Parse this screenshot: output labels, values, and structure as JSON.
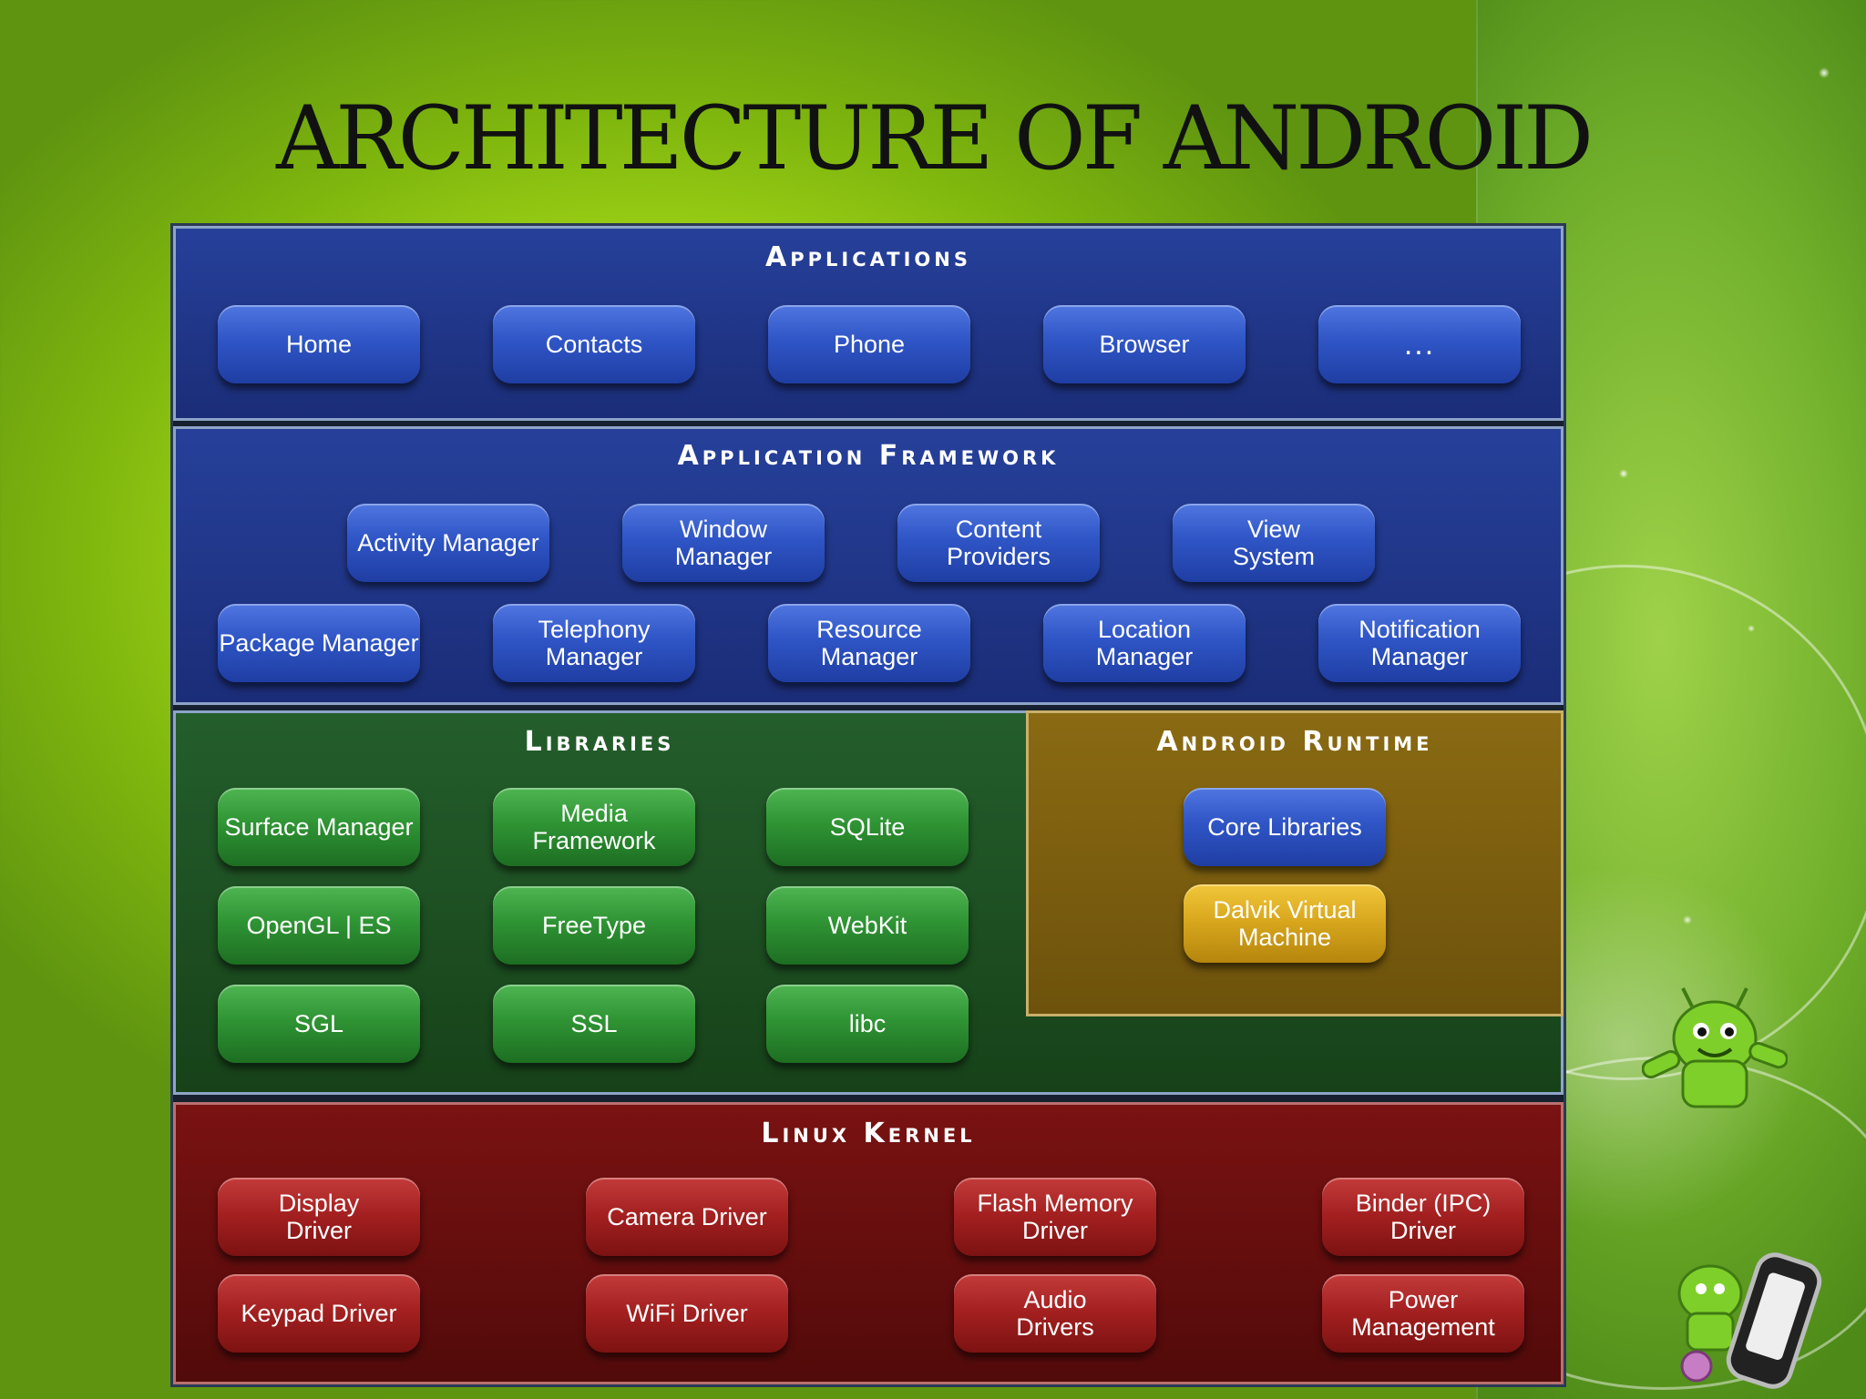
{
  "title": "ARCHITECTURE OF ANDROID",
  "colors": {
    "applications": "#1f3ea3",
    "framework": "#1f3ea3",
    "libraries": "#2f9434",
    "runtime": "#d6a51c",
    "kernel": "#a21f1f",
    "background": "#aee01a"
  },
  "layers": {
    "applications": {
      "title": "Applications",
      "items": [
        "Home",
        "Contacts",
        "Phone",
        "Browser",
        "..."
      ]
    },
    "framework": {
      "title": "Application Framework",
      "row1": [
        "Activity Manager",
        "Window\nManager",
        "Content\nProviders",
        "View\nSystem"
      ],
      "row2": [
        "Package Manager",
        "Telephony\nManager",
        "Resource\nManager",
        "Location\nManager",
        "Notification\nManager"
      ]
    },
    "libraries": {
      "title": "Libraries",
      "items": [
        "Surface Manager",
        "Media\nFramework",
        "SQLite",
        "OpenGL | ES",
        "FreeType",
        "WebKit",
        "SGL",
        "SSL",
        "libc"
      ]
    },
    "runtime": {
      "title": "Android Runtime",
      "items": [
        "Core Libraries",
        "Dalvik Virtual\nMachine"
      ]
    },
    "kernel": {
      "title": "Linux Kernel",
      "items": [
        "Display\nDriver",
        "Camera Driver",
        "Flash Memory\nDriver",
        "Binder (IPC)\nDriver",
        "Keypad Driver",
        "WiFi Driver",
        "Audio\nDrivers",
        "Power\nManagement"
      ]
    }
  },
  "decorations": [
    "android-robot-icon",
    "android-phone-icon"
  ]
}
